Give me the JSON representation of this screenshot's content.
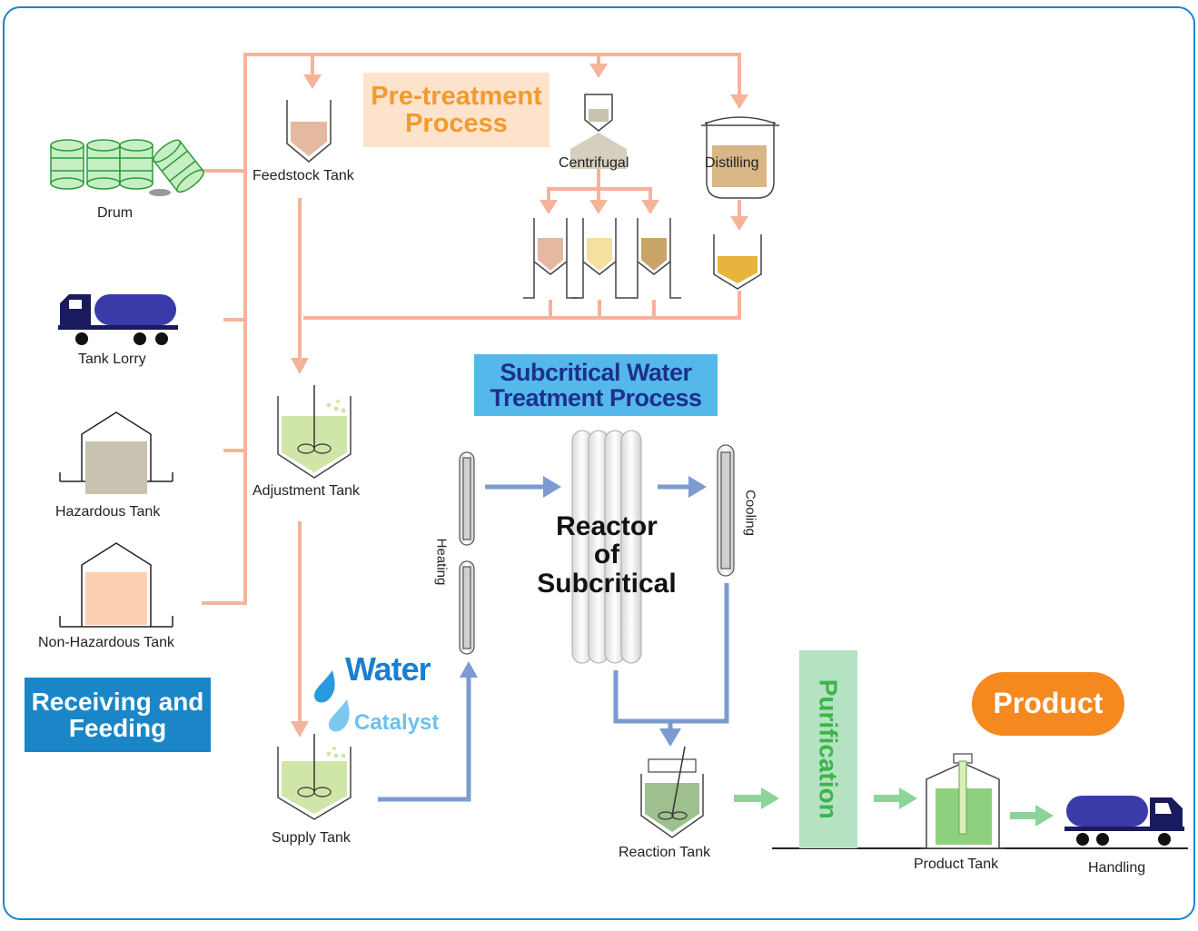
{
  "labels": {
    "drum": "Drum",
    "tank_lorry": "Tank Lorry",
    "hazardous_tank": "Hazardous Tank",
    "non_hazardous_tank": "Non-Hazardous Tank",
    "feedstock_tank": "Feedstock Tank",
    "centrifugal": "Centrifugal",
    "distilling": "Distilling",
    "adjustment_tank": "Adjustment Tank",
    "supply_tank": "Supply Tank",
    "heating": "Heating",
    "cooling": "Cooling",
    "reaction_tank": "Reaction Tank",
    "product_tank": "Product Tank",
    "handling": "Handling"
  },
  "titles": {
    "pretreatment_line1": "Pre-treatment",
    "pretreatment_line2": "Process",
    "subcritical_line1": "Subcritical Water",
    "subcritical_line2": "Treatment Process",
    "receiving_line1": "Receiving and",
    "receiving_line2": "Feeding",
    "reactor_line1": "Reactor",
    "reactor_line2": "of",
    "reactor_line3": "Subcritical",
    "purification": "Purification",
    "product": "Product",
    "water": "Water",
    "catalyst": "Catalyst"
  },
  "colors": {
    "feed_line": "#f5b49a",
    "water_line": "#7b9bd1",
    "product_line": "#8dd49a",
    "pretreatment_bg": "#fde3cc",
    "pretreatment_text": "#f29a2e",
    "subcritical_bg": "#55b8ea",
    "subcritical_text": "#1d2f8c",
    "receiving_bg": "#1a86c8",
    "purification_bg": "#b5e2c2",
    "purification_text": "#3cb54a",
    "product_bg": "#f5891f",
    "drum_green": "#c6efc4",
    "lorry_navy": "#1a1a5e",
    "lorry_tank": "#3a3aa8",
    "frame_border": "#1a86c8"
  }
}
